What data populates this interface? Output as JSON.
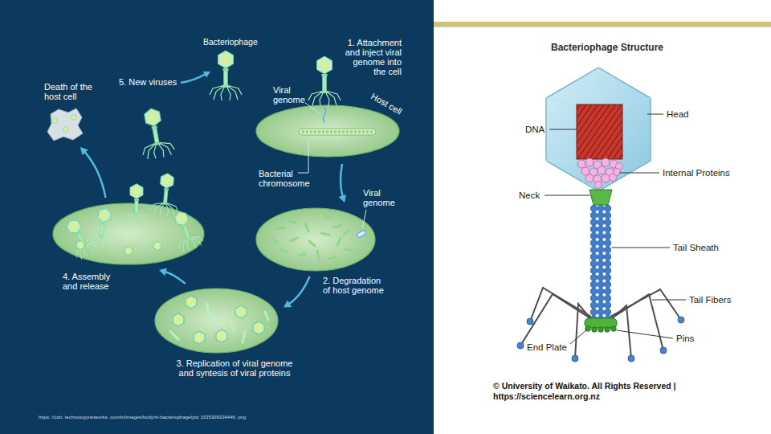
{
  "diagram": {
    "nodes": [
      {
        "text": [
          "1. Attachment and inject viral genome into the cell",
          "Host cell"
        ]
      },
      {
        "text": [
          "2. Degradation of host genome"
        ]
      },
      {
        "text": [
          "3. Replication of viral genome and syntesis of viral proteins"
        ]
      },
      {
        "text": [
          "4. Assembly and release"
        ]
      },
      {
        "text": [
          "Death of the host cell"
        ]
      }
    ],
    "edges": [
      {
        "from": 0,
        "to": 1,
        "arrow": "to"
      },
      {
        "from": 1,
        "to": 2,
        "arrow": "to"
      },
      {
        "from": 2,
        "to": 3,
        "arrow": "to"
      },
      {
        "from": 3,
        "to": 4,
        "arrow": "to"
      }
    ],
    "labels": [
      "Bacteriophage",
      "5. New viruses",
      "Viral genome",
      "Bacterial chromosome",
      "Viral genome",
      "https: //cdn. technologynetworks. com/tn/images/body/tn-bacteriophagelytic 1535309334446. png",
      "Bacteriophage Structure",
      "DNA",
      "Head",
      "Internal Proteins",
      "Neck",
      "Tail Sheath",
      "Tail Fibers",
      "Pins",
      "End Plate",
      "© University of Waikato. All Rights Reserved |",
      "https://sciencelearn.org.nz"
    ]
  }
}
